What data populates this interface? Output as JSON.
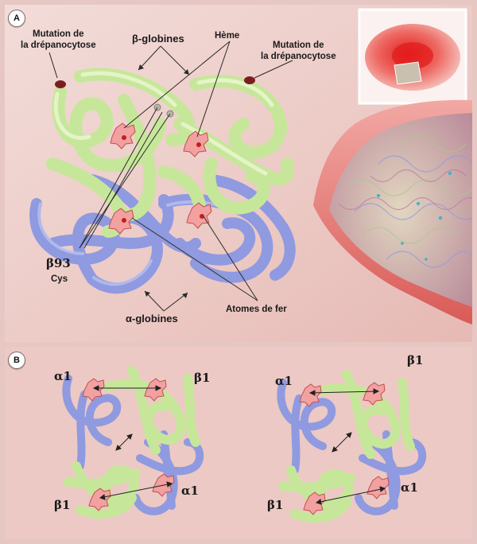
{
  "panel_a": {
    "badge": "A",
    "mutation_left": "Mutation de\nla drépanocytose",
    "beta_globines": "β-globines",
    "heme": "Hème",
    "mutation_right": "Mutation de\nla drépanocytose",
    "beta93": "β93",
    "cys": "Cys",
    "alpha_globines": "α-globines",
    "atomes_de_fer": "Atomes de fer"
  },
  "panel_b": {
    "badge": "B",
    "left": {
      "alpha_top": "α1",
      "beta_top": "β1",
      "beta_bottom": "β1",
      "alpha_bottom": "α1"
    },
    "right": {
      "alpha_top": "α1",
      "beta_top": "β1",
      "beta_bottom": "β1",
      "alpha_bottom": "α1"
    }
  },
  "colors": {
    "background": "#e7c7c3",
    "beta_chain": "#c6e79a",
    "alpha_chain": "#8f9ae0",
    "heme": "#f2a0a0",
    "red_cell": "#e7403e",
    "mutation_dot": "#7a1f1f"
  }
}
